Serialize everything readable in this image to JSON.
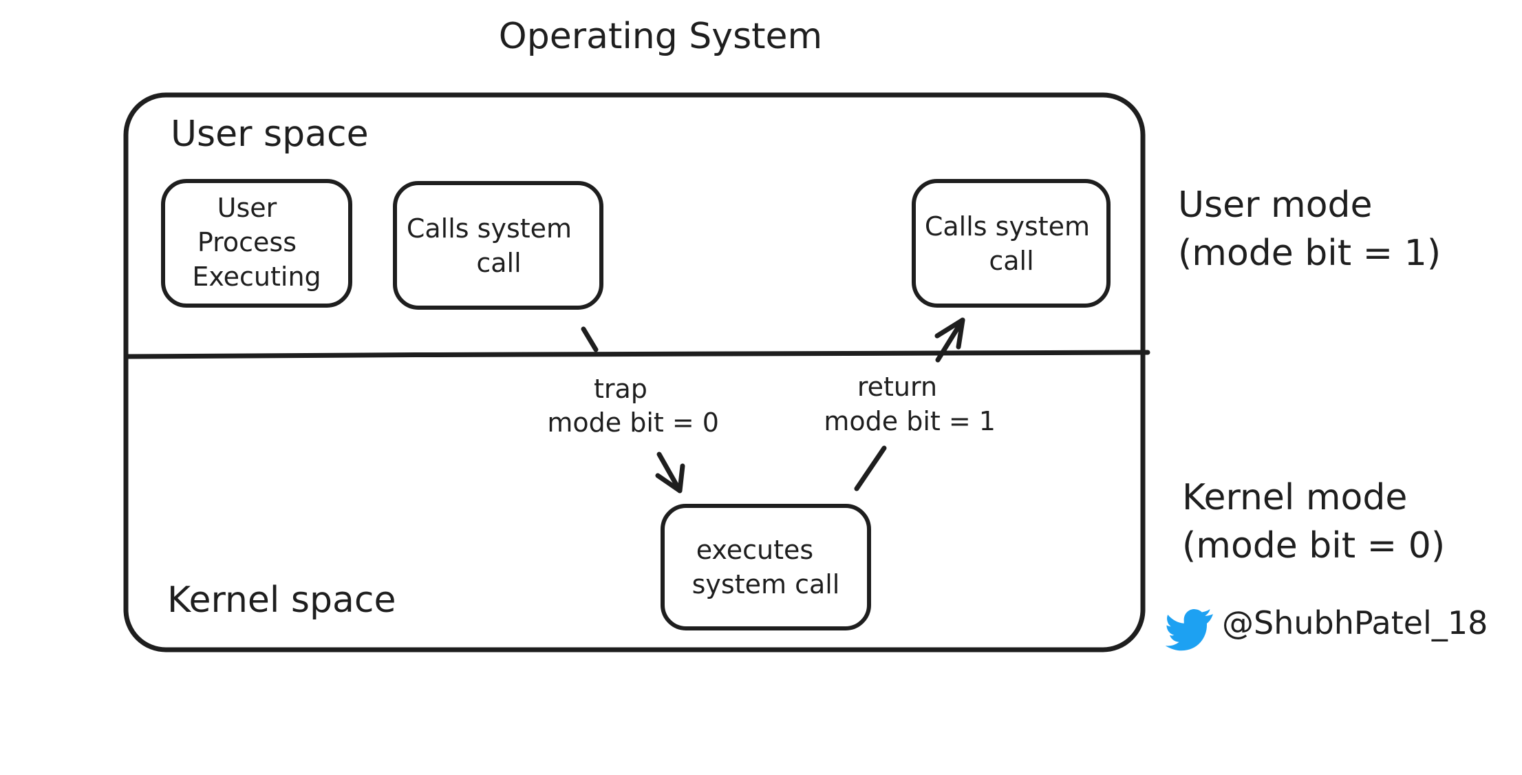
{
  "title": "Operating System",
  "regions": {
    "user_space": "User space",
    "kernel_space": "Kernel space"
  },
  "modes": {
    "user": [
      "User mode",
      "(mode bit = 1)"
    ],
    "kernel": [
      "Kernel mode",
      "(mode bit = 0)"
    ]
  },
  "nodes": {
    "user_process": [
      "User",
      "Process",
      "Executing"
    ],
    "calls_left": [
      "Calls system",
      "call"
    ],
    "calls_right": [
      "Calls system",
      "call"
    ],
    "executes": [
      "executes",
      "system call"
    ]
  },
  "edges": {
    "trap": [
      "trap",
      "mode bit = 0"
    ],
    "return": [
      "return",
      "mode bit = 1"
    ]
  },
  "credit": {
    "handle": "@ShubhPatel_18",
    "icon": "twitter-bird-icon",
    "icon_color": "#1da1f2"
  }
}
